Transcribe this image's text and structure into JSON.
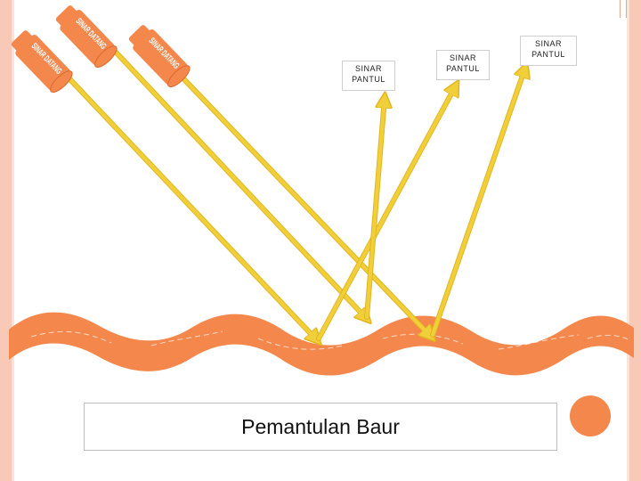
{
  "diagram": {
    "caption": "Pemantulan Baur",
    "incident_label": "SINAR DATANG",
    "reflected_labels": [
      {
        "line1": "SINAR",
        "line2": "PANTUL"
      },
      {
        "line1": "SINAR",
        "line2": "PANTUL"
      },
      {
        "line1": "SINAR",
        "line2": "PANTUL"
      }
    ]
  },
  "colors": {
    "ray": "#f1cf3a",
    "ray_stroke": "#e2b61e",
    "surface": "#f4874b",
    "source": "#f4874b",
    "frame": "#f7c9b6"
  }
}
